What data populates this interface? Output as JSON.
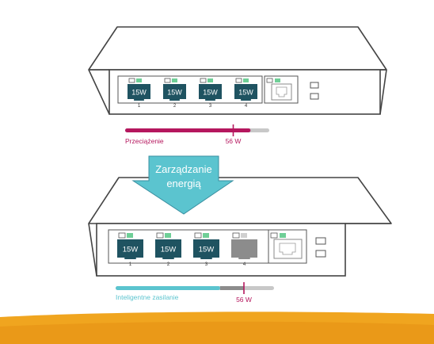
{
  "top_switch": {
    "ports": [
      {
        "number": "1",
        "power": "15W",
        "state": "active"
      },
      {
        "number": "2",
        "power": "15W",
        "state": "active"
      },
      {
        "number": "3",
        "power": "15W",
        "state": "active"
      },
      {
        "number": "4",
        "power": "15W",
        "state": "active"
      }
    ],
    "bar": {
      "label": "Przeciążenie",
      "marker_label": "56 W",
      "fill_fraction": 0.87,
      "marker_fraction": 0.75
    }
  },
  "arrow": {
    "line1": "Zarządzanie",
    "line2": "energią"
  },
  "bottom_switch": {
    "ports": [
      {
        "number": "1",
        "power": "15W",
        "state": "active"
      },
      {
        "number": "2",
        "power": "15W",
        "state": "active"
      },
      {
        "number": "3",
        "power": "15W",
        "state": "active"
      },
      {
        "number": "4",
        "power": "",
        "state": "inactive"
      }
    ],
    "bar": {
      "label": "Inteligentne zasilanie",
      "marker_label": "56 W",
      "fill_fraction": 0.66,
      "marker_fraction": 0.81
    }
  },
  "colors": {
    "overload": "#b5175e",
    "smart": "#5bc4cf",
    "port_active": "#1f5361",
    "port_inactive": "#8c8c8c",
    "led": "#6fcf97",
    "arrow_fill": "#5bc4cf",
    "arrow_text": "#ffffff",
    "bottom_band": "#f0a51f"
  }
}
